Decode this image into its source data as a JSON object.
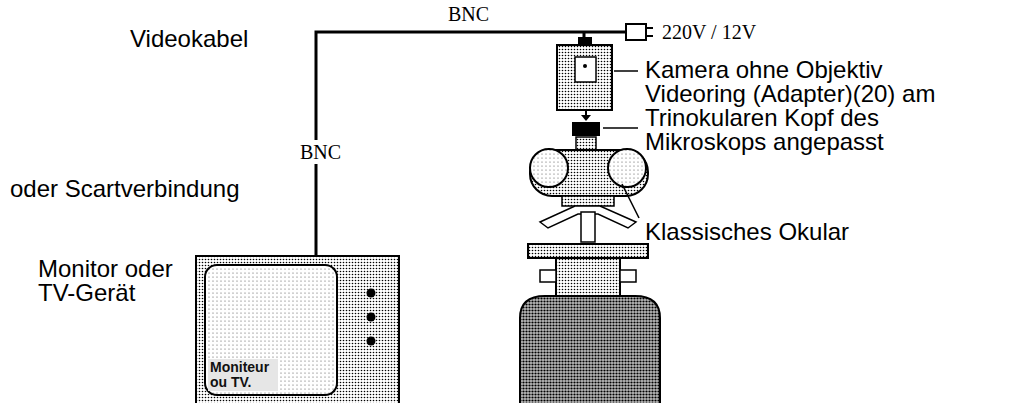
{
  "diagram": {
    "nodes": [
      {
        "text": [
          "Moniteur ou TV."
        ]
      }
    ],
    "labels": [
      "BNC",
      "220V / 12V",
      "Videokabel",
      "Kamera ohne Objektiv",
      "Videoring (Adapter)(20) am Trinokularen Kopf des Mikroskops angepasst",
      "BNC",
      "oder Scartverbindung",
      "Klassisches Okular",
      "Monitor oder TV-Gerät"
    ]
  }
}
